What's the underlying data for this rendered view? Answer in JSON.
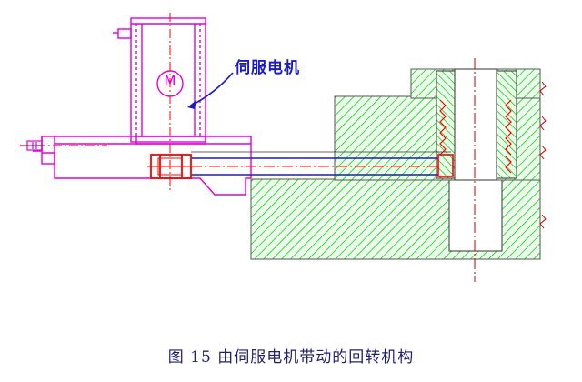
{
  "callout": {
    "label": "伺服电机"
  },
  "motor": {
    "symbol": "M"
  },
  "caption": "图 15  由伺服电机带动的回转机构",
  "colors": {
    "outline": "#e000e0",
    "hatch": "#00b400",
    "hatch_fill": "#e6ffe6",
    "red": "#ff0000",
    "blue": "#1a1acc",
    "centerline": "#ff0000"
  }
}
